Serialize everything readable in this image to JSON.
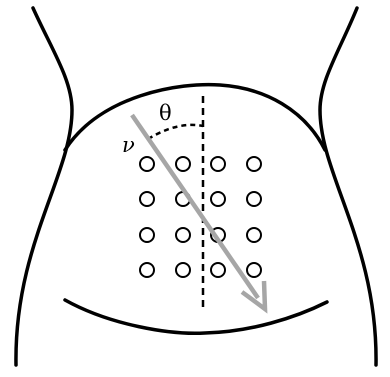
{
  "labels": {
    "angle_symbol": "θ",
    "velocity_symbol": "ν"
  },
  "colors": {
    "outline": "#000000",
    "arrow": "#a6a6a6",
    "electrode_fill": "#ffffff",
    "background": "#ffffff"
  },
  "grid": {
    "rows": 4,
    "columns": 4
  }
}
